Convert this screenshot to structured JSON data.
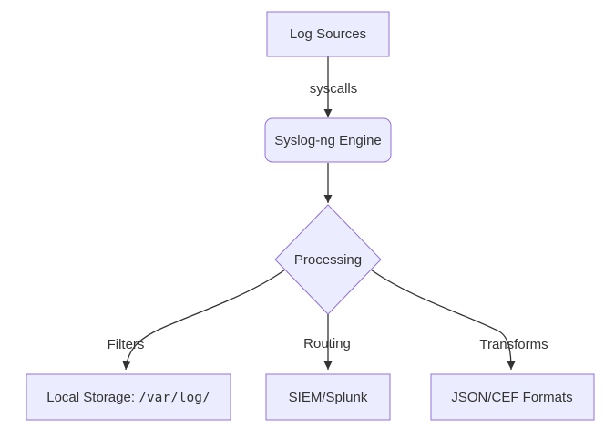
{
  "diagram": {
    "type": "flowchart",
    "direction": "top-down",
    "nodes": [
      {
        "id": "log_sources",
        "label": "Log Sources",
        "shape": "rect"
      },
      {
        "id": "syslog_engine",
        "label": "Syslog-ng Engine",
        "shape": "rounded-rect"
      },
      {
        "id": "processing",
        "label": "Processing",
        "shape": "diamond"
      },
      {
        "id": "local_storage",
        "label": "Local Storage: /var/log/",
        "label_prefix": "Local Storage: ",
        "label_code": "/var/log/",
        "shape": "rect"
      },
      {
        "id": "siem_splunk",
        "label": "SIEM/Splunk",
        "shape": "rect"
      },
      {
        "id": "json_cef",
        "label": "JSON/CEF Formats",
        "shape": "rect"
      }
    ],
    "edges": [
      {
        "from": "log_sources",
        "to": "syslog_engine",
        "label": "syscalls"
      },
      {
        "from": "syslog_engine",
        "to": "processing",
        "label": ""
      },
      {
        "from": "processing",
        "to": "local_storage",
        "label": "Filters"
      },
      {
        "from": "processing",
        "to": "siem_splunk",
        "label": "Routing"
      },
      {
        "from": "processing",
        "to": "json_cef",
        "label": "Transforms"
      }
    ],
    "colors": {
      "node_fill": "#ECECFF",
      "node_border": "#9370DB",
      "edge_line": "#333333",
      "text": "#333333",
      "background": "#FFFFFF"
    }
  }
}
